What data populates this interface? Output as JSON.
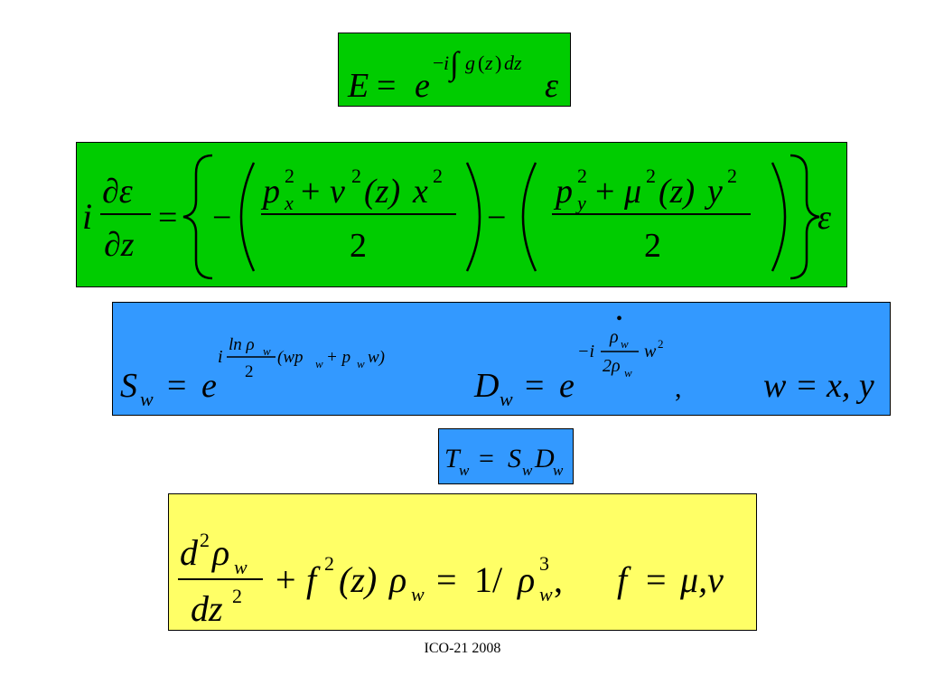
{
  "colors": {
    "green": "#00CC00",
    "blue": "#3399FF",
    "yellow": "#FFFF66"
  },
  "eq1": {
    "lhs": "E",
    "eq": "=",
    "base": "e",
    "exp_sign": "−",
    "exp_i": "i",
    "integral": "∫",
    "exp_g": "g",
    "exp_paren_open": "(",
    "exp_z": "z",
    "exp_paren_close": ")",
    "exp_dz": "dz",
    "tail": "ε"
  },
  "eq2": {
    "i": "i",
    "num": "∂ε",
    "den": "∂z",
    "eq": "=",
    "minus1": "−",
    "frac1_num_a": "p",
    "frac1_num_a_sup": "2",
    "frac1_num_a_sub": "x",
    "frac1_num_plus": "+",
    "frac1_num_b": "ν",
    "frac1_num_b_sup": "2",
    "frac1_num_arg": "(z)",
    "frac1_num_c": "x",
    "frac1_num_c_sup": "2",
    "frac1_den": "2",
    "minus2": "−",
    "frac2_num_a": "p",
    "frac2_num_a_sup": "2",
    "frac2_num_a_sub": "y",
    "frac2_num_plus": "+",
    "frac2_num_b": "μ",
    "frac2_num_b_sup": "2",
    "frac2_num_arg": "(z)",
    "frac2_num_c": "y",
    "frac2_num_c_sup": "2",
    "frac2_den": "2",
    "tail": "ε"
  },
  "eq3": {
    "s_lhs": "S",
    "s_sub": "w",
    "s_eq": "=",
    "s_base": "e",
    "s_exp_i": "i",
    "s_exp_num": "ln ρ",
    "s_exp_num_sub": "w",
    "s_exp_den": "2",
    "s_exp_paren": "(wp",
    "s_exp_p_sub": "w",
    "s_exp_plus": "+ p",
    "s_exp_p2_sub": "w",
    "s_exp_end": "w)",
    "d_lhs": "D",
    "d_sub": "w",
    "d_eq": "=",
    "d_base": "e",
    "d_dot": "•",
    "d_exp_minus_i": "−i",
    "d_exp_num": "ρ",
    "d_exp_num_sub": "w",
    "d_exp_den": "2ρ",
    "d_exp_den_sub": "w",
    "d_exp_w": "w",
    "d_exp_w_sup": "2",
    "comma": ",",
    "cond": "w = x, y"
  },
  "eq4": {
    "t": "T",
    "t_sub": "w",
    "eq": "=",
    "s": "S",
    "s_sub": "w",
    "d": "D",
    "d_sub": "w"
  },
  "eq5": {
    "num_d": "d",
    "num_sup": "2",
    "num_rho": "ρ",
    "num_sub": "w",
    "den_dz": "dz",
    "den_sup": "2",
    "plus": "+",
    "f": "f",
    "f_sup": "2",
    "f_arg": "(z)",
    "rho": "ρ",
    "rho_sub": "w",
    "eq": "=",
    "one_over": "1/",
    "rho2": "ρ",
    "rho2_sup": "3",
    "rho2_sub": "w",
    "comma": ",",
    "cond_f": "f",
    "cond_eq": "=",
    "cond_vals": "μ,ν"
  },
  "footer": "ICO-21 2008"
}
